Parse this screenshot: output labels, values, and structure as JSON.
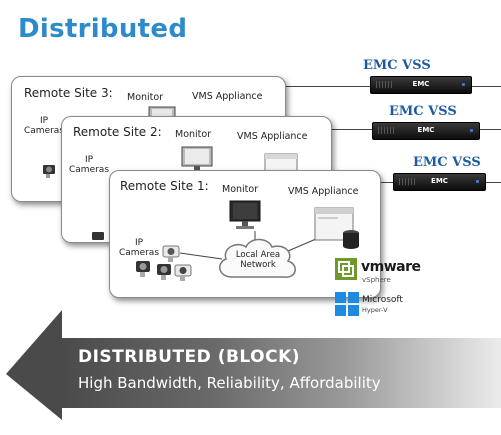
{
  "title": "Distributed",
  "sites": [
    {
      "name": "Remote Site 3:",
      "monitor": "Monitor",
      "appliance": "VMS Appliance",
      "cameras": "IP Cameras"
    },
    {
      "name": "Remote Site 2:",
      "monitor": "Monitor",
      "appliance": "VMS Appliance",
      "cameras": "IP Cameras"
    },
    {
      "name": "Remote Site 1:",
      "monitor": "Monitor",
      "appliance": "VMS Appliance",
      "cameras": "IP Cameras",
      "network": "Local Area Network"
    }
  ],
  "storage": [
    {
      "label": "EMC VSS",
      "badge": "EMC"
    },
    {
      "label": "EMC VSS",
      "badge": "EMC"
    },
    {
      "label": "EMC VSS",
      "badge": "EMC"
    }
  ],
  "logos": {
    "vmware": "vmware",
    "vsphere": "vSphere",
    "microsoft": "Microsoft",
    "hyperv": "Hyper-V"
  },
  "banner": {
    "title": "DISTRIBUTED (BLOCK)",
    "subtitle": "High Bandwidth, Reliability, Affordability"
  },
  "icons": [
    "camera-icon",
    "monitor-icon",
    "browser-window-icon",
    "database-icon",
    "cloud-icon",
    "server-icon",
    "vmware-logo-icon",
    "windows-logo-icon",
    "arrow-left-icon"
  ],
  "colors": {
    "title": "#2e8bc9",
    "vss_label": "#1c5b9e",
    "banner_dark": "#4a4a4a"
  }
}
